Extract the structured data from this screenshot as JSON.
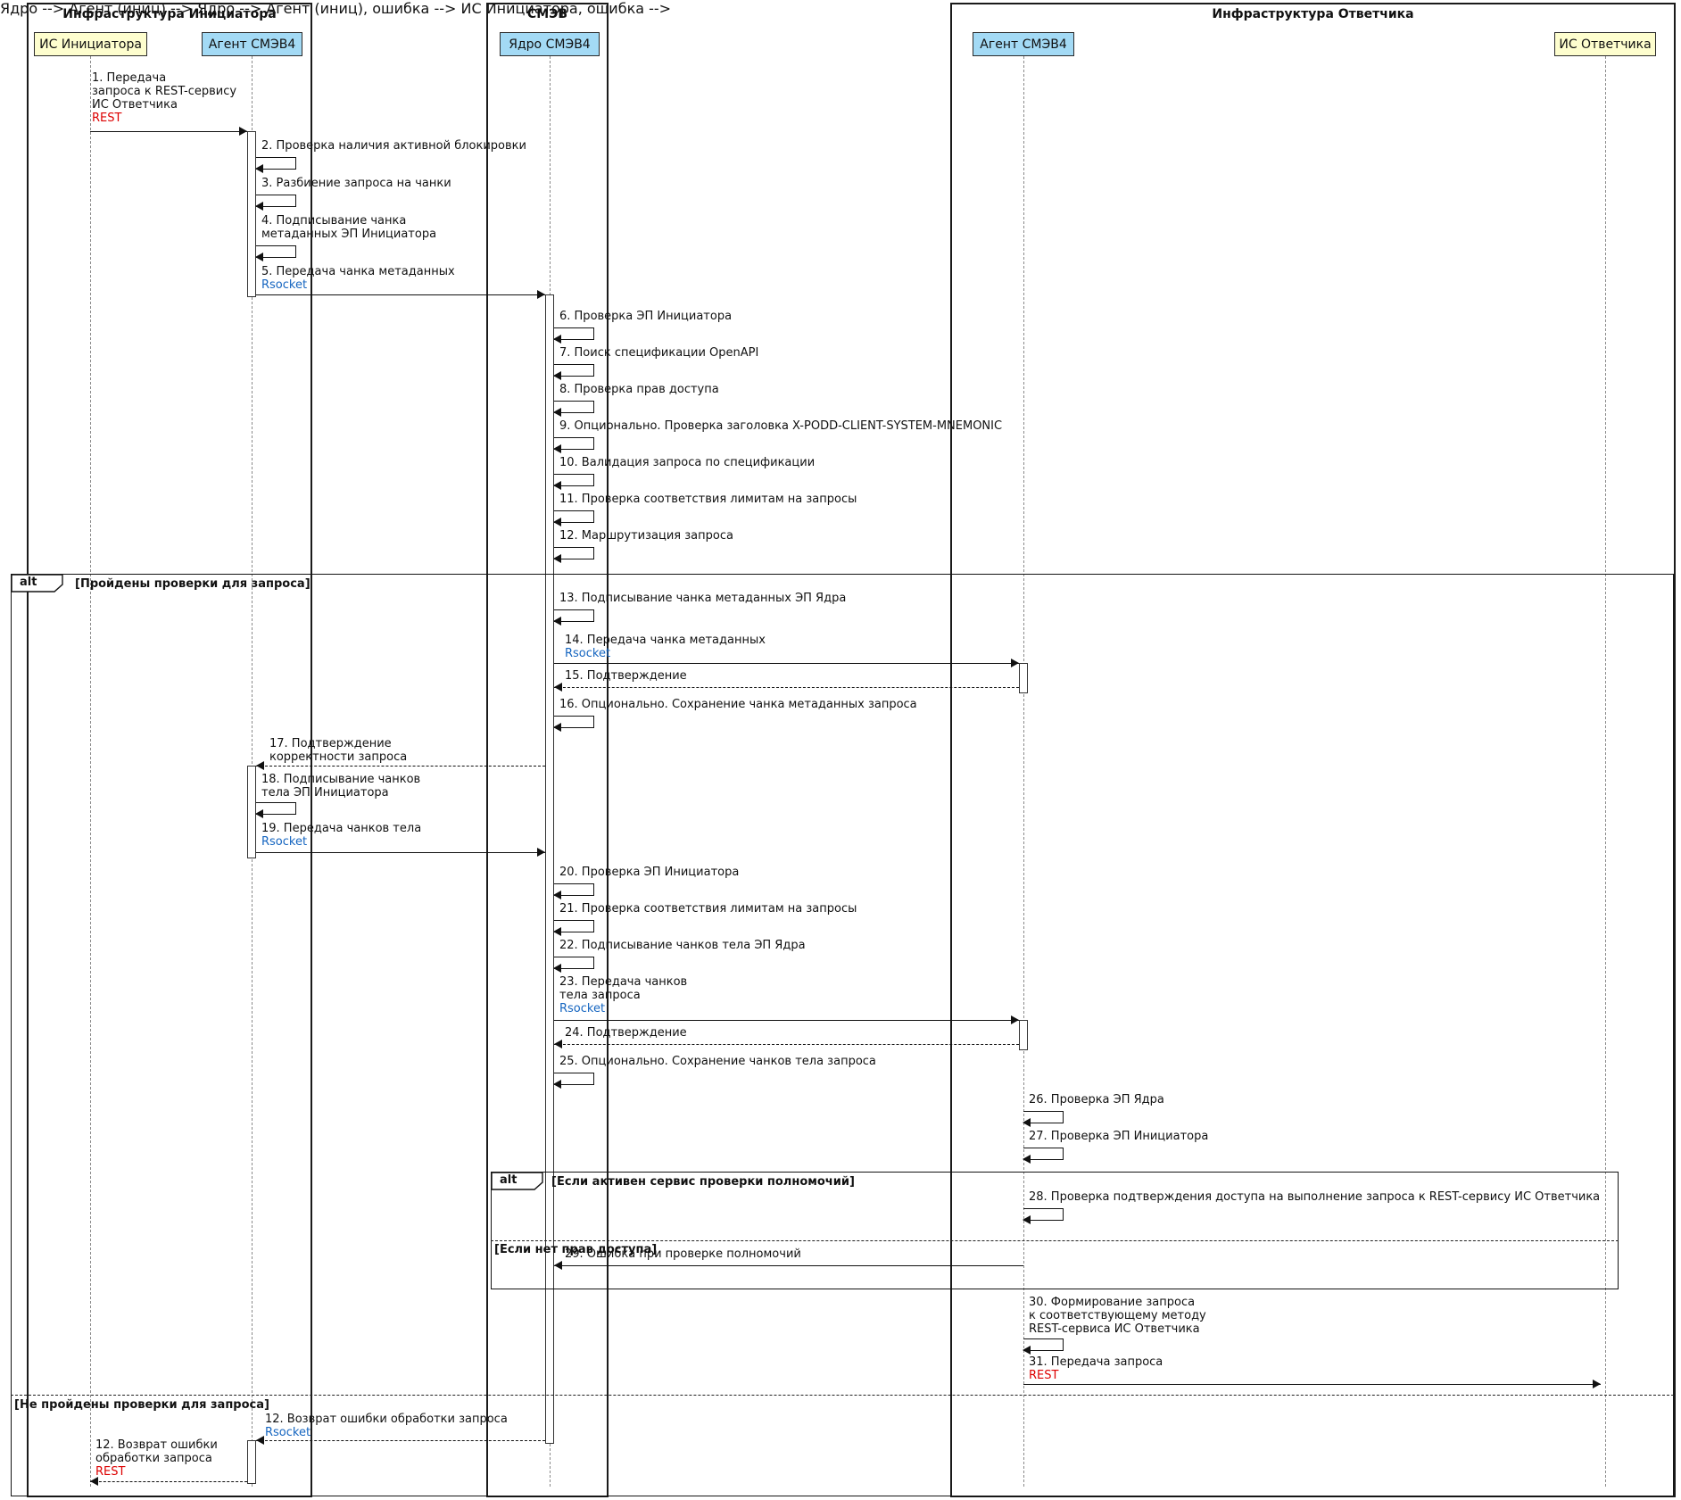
{
  "colors": {
    "participant_yellow": "#FEFECE",
    "participant_blue": "#A3DAF5",
    "protocol_rest": "#DD0000",
    "protocol_rsocket": "#1565C0"
  },
  "boxes": {
    "initiator": "Инфраструктура Инициатора",
    "smev": "СМЭВ",
    "responder": "Инфраструктура Ответчика"
  },
  "participants": {
    "is_initiator": "ИС Инициатора",
    "agent_initiator": "Агент СМЭВ4",
    "core": "Ядро СМЭВ4",
    "agent_responder": "Агент СМЭВ4",
    "is_responder": "ИС Ответчика"
  },
  "alts": {
    "outer": {
      "tag": "alt",
      "cond1": "[Пройдены проверки для запроса]",
      "cond2": "[Не пройдены проверки для запроса]"
    },
    "inner": {
      "tag": "alt",
      "cond1": "[Если активен сервис проверки полномочий]",
      "cond2": "[Если нет прав доступа]"
    }
  },
  "messages": {
    "m1": {
      "lines": [
        "1. Передача",
        "запроса к REST-сервису",
        "ИС Ответчика"
      ],
      "proto": "REST"
    },
    "m2": {
      "lines": [
        "2. Проверка наличия активной блокировки"
      ]
    },
    "m3": {
      "lines": [
        "3. Разбиение запроса на чанки"
      ]
    },
    "m4": {
      "lines": [
        "4. Подписывание чанка",
        "метаданных ЭП Инициатора"
      ]
    },
    "m5": {
      "lines": [
        "5. Передача чанка метаданных"
      ],
      "proto": "Rsocket"
    },
    "m6": {
      "lines": [
        "6. Проверка ЭП Инициатора"
      ]
    },
    "m7": {
      "lines": [
        "7. Поиск спецификации OpenAPI"
      ]
    },
    "m8": {
      "lines": [
        "8. Проверка прав доступа"
      ]
    },
    "m9": {
      "lines": [
        "9. Опционально. Проверка заголовка X-PODD-CLIENT-SYSTEM-MNEMONIC"
      ]
    },
    "m10": {
      "lines": [
        "10. Валидация запроса по спецификации"
      ]
    },
    "m11": {
      "lines": [
        "11. Проверка соответствия лимитам на запросы"
      ]
    },
    "m12": {
      "lines": [
        "12. Маршрутизация запроса"
      ]
    },
    "m13": {
      "lines": [
        "13. Подписывание чанка метаданных ЭП Ядра"
      ]
    },
    "m14": {
      "lines": [
        "14. Передача чанка метаданных"
      ],
      "proto": "Rsocket"
    },
    "m15": {
      "lines": [
        "15. Подтверждение"
      ]
    },
    "m16": {
      "lines": [
        "16. Опционально. Сохранение чанка метаданных запроса"
      ]
    },
    "m17": {
      "lines": [
        "17. Подтверждение",
        "корректности запроса"
      ]
    },
    "m18": {
      "lines": [
        "18. Подписывание чанков",
        "тела ЭП Инициатора"
      ]
    },
    "m19": {
      "lines": [
        "19. Передача чанков тела"
      ],
      "proto": "Rsocket"
    },
    "m20": {
      "lines": [
        "20. Проверка ЭП Инициатора"
      ]
    },
    "m21": {
      "lines": [
        "21. Проверка соответствия лимитам на запросы"
      ]
    },
    "m22": {
      "lines": [
        "22. Подписывание чанков тела ЭП Ядра"
      ]
    },
    "m23": {
      "lines": [
        "23. Передача чанков",
        "тела запроса"
      ],
      "proto": "Rsocket"
    },
    "m24": {
      "lines": [
        "24. Подтверждение"
      ]
    },
    "m25": {
      "lines": [
        "25. Опционально. Сохранение чанков тела запроса"
      ]
    },
    "m26": {
      "lines": [
        "26. Проверка ЭП Ядра"
      ]
    },
    "m27": {
      "lines": [
        "27. Проверка ЭП Инициатора"
      ]
    },
    "m28": {
      "lines": [
        "28. Проверка подтверждения доступа на выполнение запроса к REST-сервису ИС Ответчика"
      ]
    },
    "m29": {
      "lines": [
        "29. Ошибка при проверке полномочий"
      ]
    },
    "m30": {
      "lines": [
        "30. Формирование запроса",
        "к соответствующему методу",
        "REST-сервиса ИС Ответчика"
      ]
    },
    "m31": {
      "lines": [
        "31. Передача запроса"
      ],
      "proto": "REST"
    },
    "e1": {
      "lines": [
        "12. Возврат ошибки обработки запроса"
      ],
      "proto": "Rsocket"
    },
    "e2": {
      "lines": [
        "12. Возврат ошибки",
        "обработки запроса"
      ],
      "proto": "REST"
    }
  }
}
